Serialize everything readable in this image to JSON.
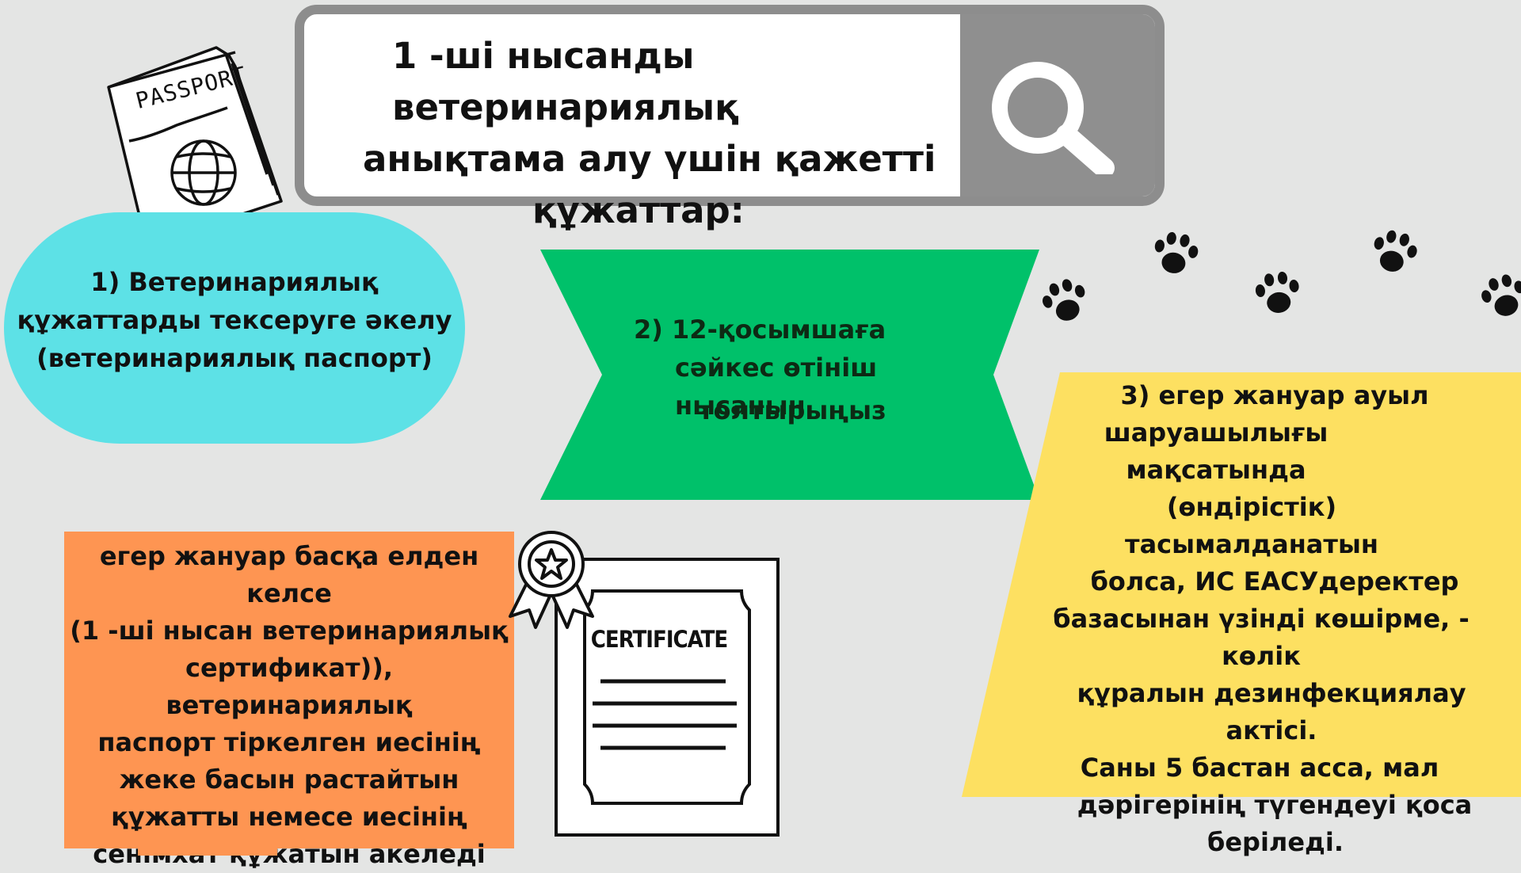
{
  "title": {
    "line1": "1 -ші нысанды ветеринариялық",
    "line2": "анықтама алу үшін қажетті",
    "line3": "құжаттар:"
  },
  "step1": {
    "line1": "1) Ветеринариялық",
    "line2": "құжаттарды тексеруге әкелу",
    "line3": "(ветеринариялық паспорт)"
  },
  "step2": {
    "line1": "2) 12-қосымшаға",
    "line2": "сәйкес өтініш",
    "line3a": "нысанын",
    "line3b": "толтырыңыз"
  },
  "step3": {
    "line1": "3) егер жануар ауыл",
    "line2": "шаруашылығы мақсатында",
    "line3": "(өндірістік) тасымалданатын",
    "line4": "болса, ИС ЕАСУдеректер",
    "line5": "базасынан үзінді көшірме, - көлік",
    "line6": "құралын дезинфекциялау актісі.",
    "line7": "Саны 5 бастан асса, мал",
    "line8": "дәрігерінің түгендеуі қоса",
    "line9": "беріледі."
  },
  "orange": {
    "line1": "егер жануар басқа елден келсе",
    "line2": "(1 -ші нысан ветеринариялық",
    "line3": "сертификат)), ветеринариялық",
    "line4": "паспорт тіркелген иесінің",
    "line5": "жеке басын растайтын",
    "line6": "құжатты немесе иесінің",
    "line7": "сенімхат құжатын акеледі"
  },
  "certificate_label": "CERTIFICATE",
  "passport_label": "PASSPORT",
  "colors": {
    "background": "#e4e5e4",
    "cyan": "#5de1e6",
    "green": "#00c16a",
    "yellow": "#fde061",
    "orange": "#fe9552",
    "search_frame": "#8d8d8d"
  },
  "icons": [
    "search-icon",
    "passport-icon",
    "globe-icon",
    "certificate-icon",
    "award-badge-icon",
    "paw-print-icon"
  ]
}
